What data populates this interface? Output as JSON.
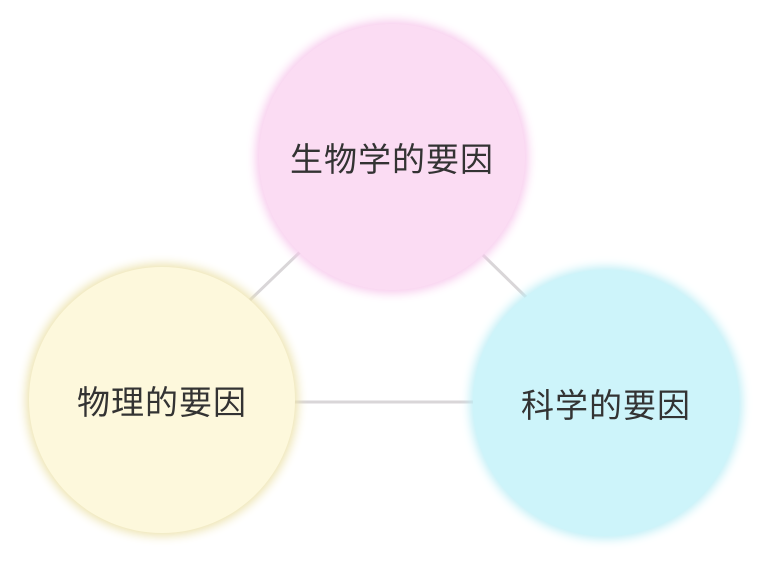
{
  "nodes": {
    "biological": {
      "label": "生物学的要因",
      "color": "#fbdcf3"
    },
    "physical": {
      "label": "物理的要因",
      "color": "#fdf8dc"
    },
    "scientific": {
      "label": "科学的要因",
      "color": "#cdf4fa"
    }
  },
  "connector_color": "#d9d6d8"
}
